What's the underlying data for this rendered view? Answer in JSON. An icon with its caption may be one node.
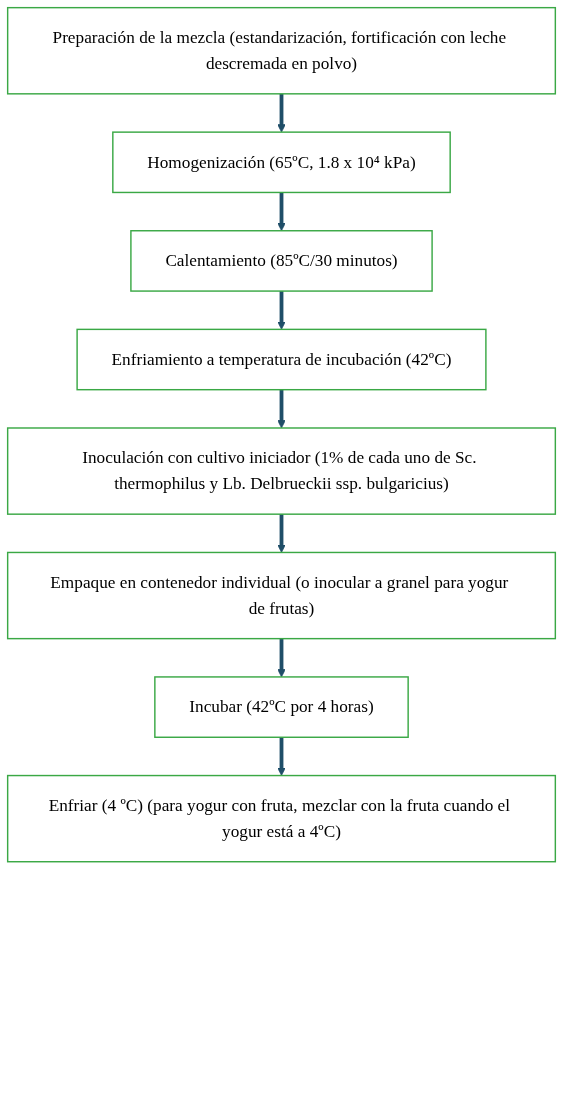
{
  "diagram": {
    "nodes": [
      {
        "text": [
          "Preparación de la mezcla (estandarización, fortificación con leche descremada en polvo)"
        ]
      },
      {
        "text": [
          "Homogenización (65ºC, 1.8 x 10⁴ kPa)"
        ]
      },
      {
        "text": [
          "Calentamiento (85ºC/30 minutos)"
        ]
      },
      {
        "text": [
          "Enfriamiento a temperatura de incubación (42ºC)"
        ]
      },
      {
        "text": [
          "Inoculación con cultivo iniciador (1% de cada uno de Sc. thermophilus y Lb. Delbrueckii ssp. bulgaricius)"
        ]
      },
      {
        "text": [
          "Empaque en contenedor individual (o inocular a granel para yogur de frutas)"
        ]
      },
      {
        "text": [
          "Incubar (42ºC por 4 horas)"
        ]
      },
      {
        "text": [
          "Enfriar (4 ºC) (para yogur con fruta, mezclar con la fruta cuando el yogur está a 4ºC)"
        ]
      }
    ],
    "edges": [
      {
        "from": 0,
        "to": 1,
        "arrow": "to"
      },
      {
        "from": 1,
        "to": 2,
        "arrow": "to"
      },
      {
        "from": 2,
        "to": 3,
        "arrow": "to"
      },
      {
        "from": 3,
        "to": 4,
        "arrow": "to"
      },
      {
        "from": 4,
        "to": 5,
        "arrow": "to"
      },
      {
        "from": 5,
        "to": 6,
        "arrow": "to"
      },
      {
        "from": 6,
        "to": 7,
        "arrow": "to"
      }
    ]
  }
}
